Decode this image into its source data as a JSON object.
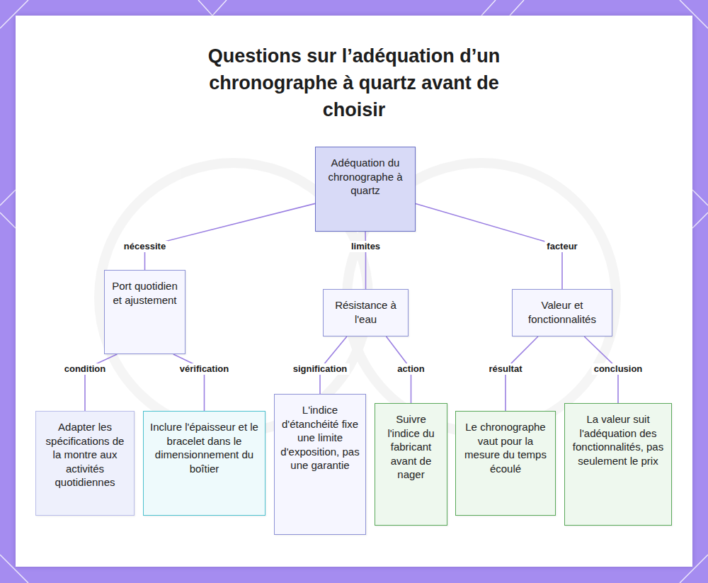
{
  "diagram": {
    "title": "Questions sur l’adéquation d’un chronographe à quartz avant de choisir",
    "nodes": [
      {
        "text": [
          "Adéquation du chronographe à quartz"
        ]
      },
      {
        "text": [
          "Port quotidien et ajustement"
        ]
      },
      {
        "text": [
          "Résistance à l'eau"
        ]
      },
      {
        "text": [
          "Valeur et fonctionnalités"
        ]
      },
      {
        "text": [
          "Adapter les spécifications de la montre aux activités quotidiennes"
        ]
      },
      {
        "text": [
          "Inclure l'épaisseur et le bracelet dans le dimensionnement du boîtier"
        ]
      },
      {
        "text": [
          "L'indice d'étanchéité fixe une limite d'exposition, pas une garantie"
        ]
      },
      {
        "text": [
          "Suivre l'indice du fabricant avant de nager"
        ]
      },
      {
        "text": [
          "Le chronographe vaut pour la mesure du temps écoulé"
        ]
      },
      {
        "text": [
          "La valeur suit l'adéquation des fonctionnalités, pas seulement le prix"
        ]
      }
    ],
    "edges": [
      {
        "from": 0,
        "to": 1,
        "label": "nécessite",
        "arrow": "none"
      },
      {
        "from": 0,
        "to": 2,
        "label": "limites",
        "arrow": "none"
      },
      {
        "from": 0,
        "to": 3,
        "label": "facteur",
        "arrow": "none"
      },
      {
        "from": 1,
        "to": 4,
        "label": "condition",
        "arrow": "none"
      },
      {
        "from": 1,
        "to": 5,
        "label": "vérification",
        "arrow": "none"
      },
      {
        "from": 2,
        "to": 6,
        "label": "signification",
        "arrow": "none"
      },
      {
        "from": 2,
        "to": 7,
        "label": "action",
        "arrow": "none"
      },
      {
        "from": 3,
        "to": 8,
        "label": "résultat",
        "arrow": "none"
      },
      {
        "from": 3,
        "to": 9,
        "label": "conclusion",
        "arrow": "none"
      }
    ]
  }
}
